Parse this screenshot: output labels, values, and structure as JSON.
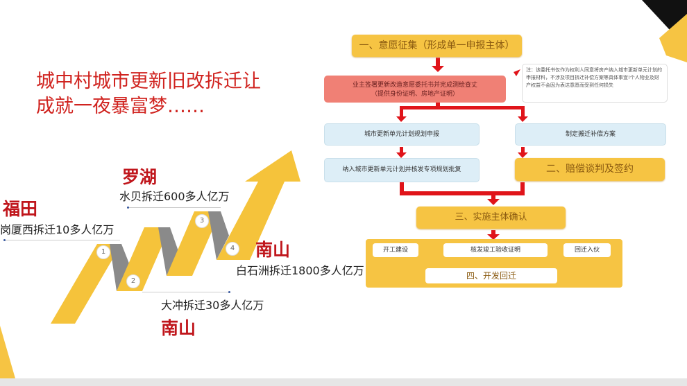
{
  "headline": {
    "line1": "城中村城市更新旧改拆迁让",
    "line2": "成就一夜暴富梦……"
  },
  "milestones": [
    {
      "step": "1",
      "district": "福田",
      "text": "岗厦西拆迁10多人亿万"
    },
    {
      "step": "2",
      "district": "南山",
      "text": "大冲拆迁30多人亿万"
    },
    {
      "step": "3",
      "district": "罗湖",
      "text": "水贝拆迁600多人亿万"
    },
    {
      "step": "4",
      "district": "南山",
      "text": "白石洲拆迁1800多人亿万"
    }
  ],
  "flowchart": {
    "stage1": "一、意愿征集（形成单一申报主体）",
    "owner_sign": "业主签署更新改造意愿委托书并完成测绘查丈",
    "owner_sign_sub": "（提供身份证明、房地产证明）",
    "note": "注：该委托书仅作为权利人同意将房产纳入城市更新单元计划的申报材料，不涉及项目拆迁补偿方案等具体事宜!个人物业及财产权益不会因为表达意愿而受到任何损失",
    "plan_apply": "城市更新单元计划规划申报",
    "plan_approve": "纳入城市更新单元计划并核发专项规划批复",
    "compensation_plan": "制定搬迁补偿方案",
    "stage2": "二、赔偿谈判及签约",
    "stage3": "三、实施主体确认",
    "construction": "开工建设",
    "acceptance": "核发竣工验收证明",
    "move_back": "回迁入伙",
    "stage4": "四、开发回迁"
  },
  "colors": {
    "yellow": "#f6c443",
    "red": "#e0141a",
    "grey": "#8a8a8a",
    "title_red": "#d0231f"
  }
}
